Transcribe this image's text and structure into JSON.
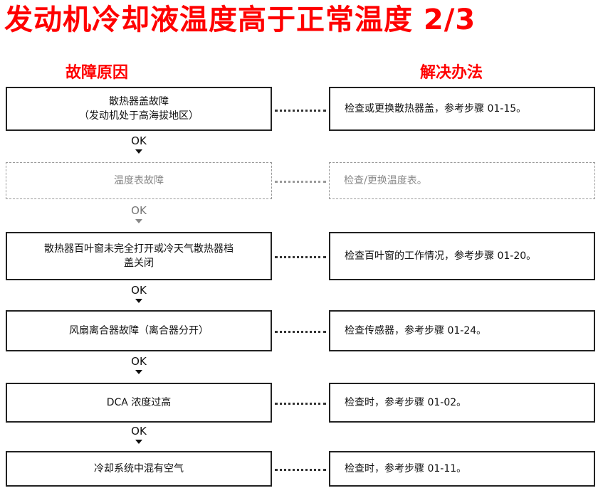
{
  "title": "发动机冷却液温度高于正常温度 2/3",
  "headers": {
    "causes": "故障原因",
    "solutions": "解决办法"
  },
  "ok_label": "OK",
  "rows": [
    {
      "cause_line1": "散热器盖故障",
      "cause_line2": "（发动机处于高海拔地区）",
      "solution": "检查或更换散热器盖，参考步骤 01-15。"
    },
    {
      "cause_line1": "温度表故障",
      "cause_line2": "",
      "solution": "检查/更换温度表。"
    },
    {
      "cause_line1": "散热器百叶窗未完全打开或冷天气散热器档",
      "cause_line2": "盖关闭",
      "solution": "检查百叶窗的工作情况，参考步骤 01-20。"
    },
    {
      "cause_line1": "风扇离合器故障（离合器分开）",
      "cause_line2": "",
      "solution": "检查传感器，参考步骤 01-24。"
    },
    {
      "cause_line1": "DCA 浓度过高",
      "cause_line2": "",
      "solution": "检查时，参考步骤 01-02。"
    },
    {
      "cause_line1": "冷却系统中混有空气",
      "cause_line2": "",
      "solution": "检查时，参考步骤 01-11。"
    }
  ]
}
